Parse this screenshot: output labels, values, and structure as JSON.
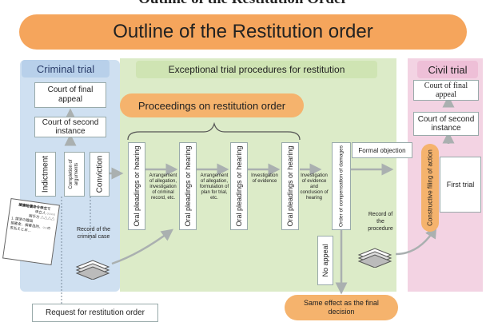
{
  "top_caption": "Outline of the Restitution Order",
  "title": "Outline of the Restitution order",
  "panels": {
    "criminal": {
      "label": "Criminal trial"
    },
    "exceptional": {
      "label": "Exceptional trial procedures for restitution"
    },
    "civil": {
      "label": "Civil trial"
    }
  },
  "criminal": {
    "final_appeal": "Court of final appeal",
    "second_instance": "Court of second instance",
    "indictment": "Indictment",
    "arguments": "Completion of arguments",
    "conviction": "Conviction",
    "record_label": "Record of the criminal case",
    "request": "Request for restitution order",
    "doc_title": "損害賠償命令申立て",
    "doc_lines": [
      "申立人 ○○○○",
      "相手方 △△△△",
      "1. 請求の趣旨",
      "損害金、損害目的、○○の",
      "支払えとお…"
    ]
  },
  "exceptional": {
    "proceedings": "Proceedings on restitution order",
    "hearing_label": "Oral pleadings or hearing",
    "step1": "Arrangement of allegation, investigation of criminal record, etc.",
    "step2": "Arrangement of allegation, formulation of plan for trial, etc.",
    "step3": "Investigation of evidence",
    "step4": "Investigation of evidence and conclusion of hearing",
    "order": "Order of compensation of damages",
    "formal_objection": "Formal objection",
    "record_procedure": "Record of the procedure",
    "no_appeal": "No appeal",
    "same_effect": "Same effect as the final decision"
  },
  "civil": {
    "final_appeal": "Court of final appeal",
    "second_instance": "Court of second instance",
    "constructive": "Constructive filing of action",
    "first_trial": "First trial"
  },
  "colors": {
    "title_bar": "#f5a55c",
    "criminal_bg": "#cfe0f1",
    "exceptional_bg": "#dcebc8",
    "civil_bg": "#f3d3e3",
    "orange_oval": "#f5b36d",
    "arrow": "#aab0b0"
  }
}
